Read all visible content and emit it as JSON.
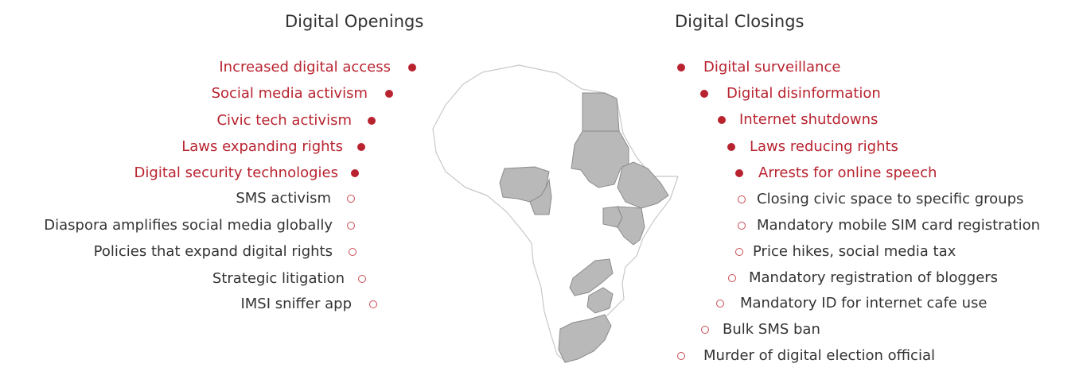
{
  "openings": {
    "title": "Digital Openings",
    "items": [
      {
        "label": "Increased digital access",
        "marker": "filled"
      },
      {
        "label": "Social media activism",
        "marker": "filled"
      },
      {
        "label": "Civic tech activism",
        "marker": "filled"
      },
      {
        "label": "Laws expanding rights",
        "marker": "filled"
      },
      {
        "label": "Digital security technologies",
        "marker": "filled"
      },
      {
        "label": "SMS activism",
        "marker": "hollow"
      },
      {
        "label": "Diaspora amplifies social media globally",
        "marker": "hollow"
      },
      {
        "label": "Policies that expand digital rights",
        "marker": "hollow"
      },
      {
        "label": "Strategic litigation",
        "marker": "hollow"
      },
      {
        "label": "IMSI sniffer app",
        "marker": "hollow"
      }
    ]
  },
  "closings": {
    "title": "Digital Closings",
    "items": [
      {
        "label": "Digital surveillance",
        "marker": "filled"
      },
      {
        "label": "Digital disinformation",
        "marker": "filled"
      },
      {
        "label": "Internet shutdowns",
        "marker": "filled"
      },
      {
        "label": "Laws reducing rights",
        "marker": "filled"
      },
      {
        "label": "Arrests for online speech",
        "marker": "filled"
      },
      {
        "label": "Closing civic space to specific groups",
        "marker": "hollow"
      },
      {
        "label": "Mandatory mobile SIM card registration",
        "marker": "hollow"
      },
      {
        "label": "Price hikes, social media tax",
        "marker": "hollow"
      },
      {
        "label": "Mandatory registration of bloggers",
        "marker": "hollow"
      },
      {
        "label": "Mandatory ID for internet cafe use",
        "marker": "hollow"
      },
      {
        "label": "Bulk SMS ban",
        "marker": "hollow"
      },
      {
        "label": "Murder of digital election official",
        "marker": "hollow"
      }
    ]
  },
  "colors": {
    "primary": "#b8232f",
    "secondary_text": "#333333",
    "title_text": "#333333",
    "map_fill": "#ffffff",
    "map_outline": "#c8c8c8",
    "highlight_fill": "#b9b9b9",
    "highlight_outline": "#8c8c8c"
  },
  "map": {
    "icon": "africa-map-icon"
  }
}
